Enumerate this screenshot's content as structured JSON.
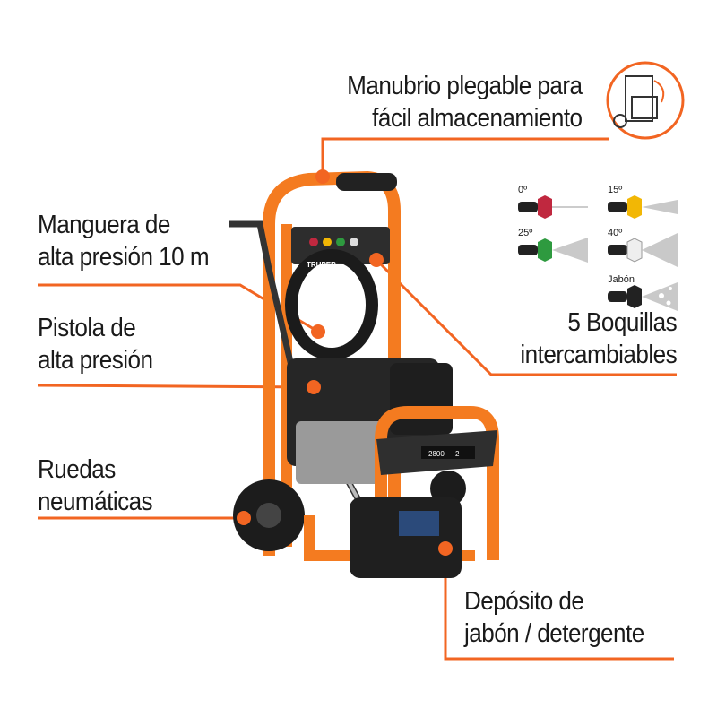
{
  "callouts": {
    "handle": {
      "line1": "Manubrio plegable para",
      "line2": "fácil almacenamiento"
    },
    "hose": {
      "line1": "Manguera de",
      "line2": "alta presión 10 m"
    },
    "gun": {
      "line1": "Pistola de",
      "line2": "alta presión"
    },
    "wheels": {
      "line1": "Ruedas",
      "line2": "neumáticas"
    },
    "nozzles": {
      "line1": "5 Boquillas",
      "line2": "intercambiables"
    },
    "tank": {
      "line1": "Depósito de",
      "line2": "jabón / detergente"
    }
  },
  "nozzles": [
    {
      "label": "0º",
      "color": "#c0283f"
    },
    {
      "label": "15º",
      "color": "#f2b705"
    },
    {
      "label": "25º",
      "color": "#2e9a3f"
    },
    {
      "label": "40º",
      "color": "#e8e8e8"
    },
    {
      "label": "Jabón",
      "color": "#222222"
    }
  ],
  "product": {
    "brand": "TRUPER",
    "spec_pressure": "2800",
    "spec_flow": "2"
  },
  "colors": {
    "accent": "#f26522",
    "frame": "#f47b20",
    "body": "#2a2a2a"
  }
}
